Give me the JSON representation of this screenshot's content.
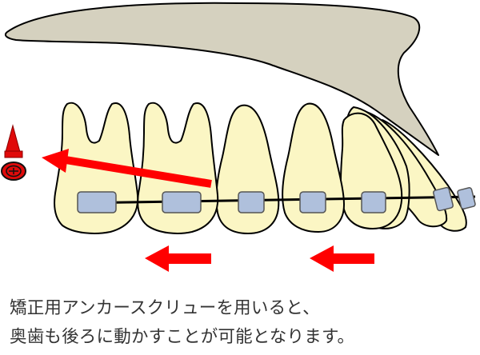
{
  "caption": {
    "line1": "矯正用アンカースクリューを用いると、",
    "line2": "奥歯も後ろに動かすことが可能となります。"
  },
  "colors": {
    "bone": "#d5d1bf",
    "tooth": "#fbf6c4",
    "bracket": "#afc0dc",
    "outline": "#000000",
    "arrow": "#ff0000",
    "screw_head": "#e00a0a",
    "caption_text": "#333333"
  },
  "icons": {
    "anchor_screw": "anchor-screw-icon",
    "arrows": "red-arrow"
  }
}
